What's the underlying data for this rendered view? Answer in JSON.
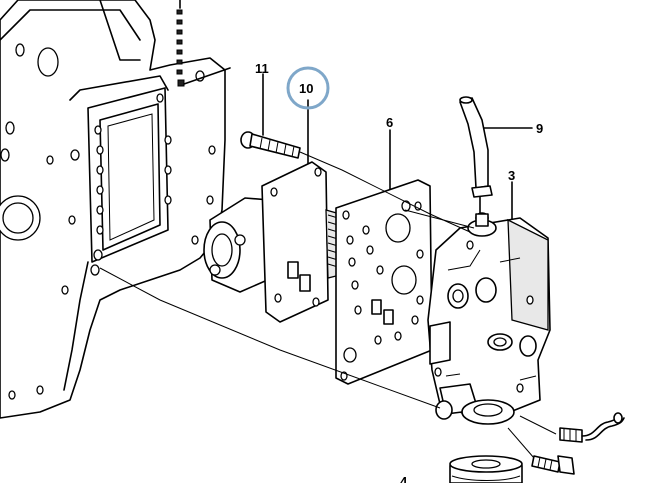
{
  "callouts": {
    "c11": "11",
    "c10": "10",
    "c6": "6",
    "c9": "9",
    "c3": "3",
    "c4": "4"
  },
  "highlight_color": "#7fa7c9",
  "parts": [
    {
      "id": "housing",
      "icon": "gear-housing"
    },
    {
      "id": "bolt-11",
      "icon": "bolt"
    },
    {
      "id": "pump-10",
      "icon": "oil-pump"
    },
    {
      "id": "gasket-6",
      "icon": "gasket"
    },
    {
      "id": "hose-9",
      "icon": "hose"
    },
    {
      "id": "valve-body-3",
      "icon": "valve-body"
    },
    {
      "id": "filter-4",
      "icon": "oil-filter"
    }
  ]
}
